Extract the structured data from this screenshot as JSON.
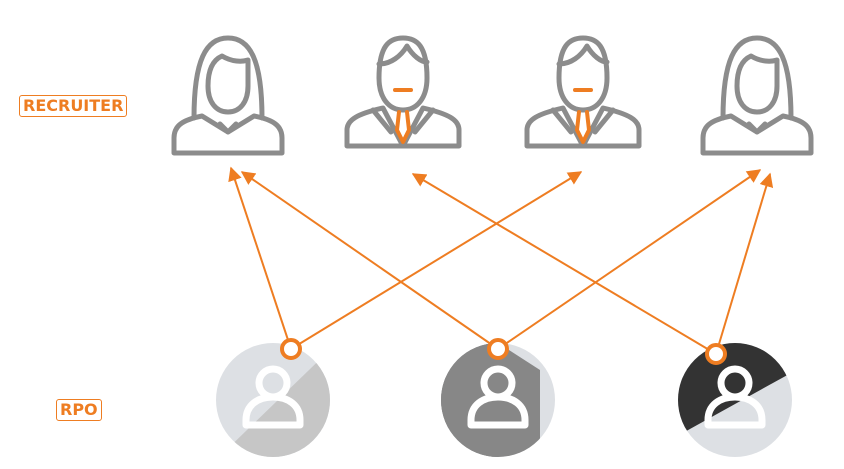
{
  "labels": {
    "recruiter": "RECRUITER",
    "rpo": "RPO"
  },
  "colors": {
    "accent": "#ee7d22",
    "outline": "#8c8c8c",
    "light_gray": "#dde0e4",
    "mid_gray": "#c6c6c6",
    "dark_gray": "#878787",
    "black": "#333333"
  },
  "recruiters": [
    {
      "kind": "woman-icon"
    },
    {
      "kind": "man-with-tie-icon"
    },
    {
      "kind": "man-with-tie-icon"
    },
    {
      "kind": "woman-icon"
    }
  ],
  "rpo_nodes": [
    {
      "style": "light-split"
    },
    {
      "style": "dark-gray"
    },
    {
      "style": "black-split"
    }
  ],
  "connections": [
    {
      "from": 1,
      "to": 1
    },
    {
      "from": 1,
      "to": 3
    },
    {
      "from": 2,
      "to": 1
    },
    {
      "from": 2,
      "to": 4
    },
    {
      "from": 3,
      "to": 2
    },
    {
      "from": 3,
      "to": 4
    }
  ]
}
